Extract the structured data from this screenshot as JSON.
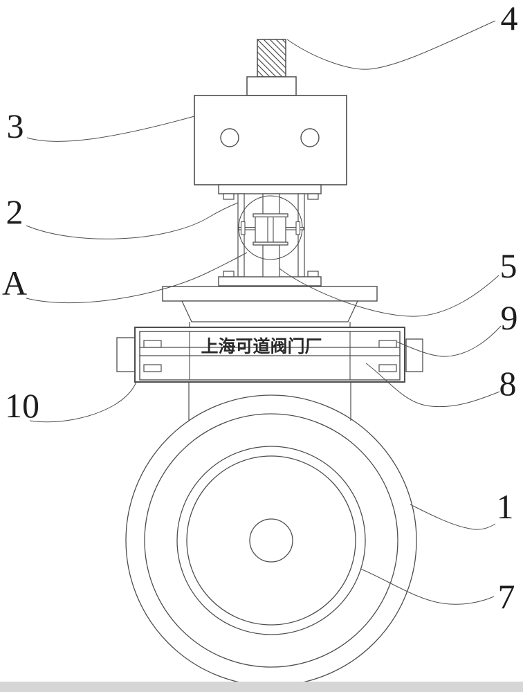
{
  "figure": {
    "watermark": "上海可道阀门厂",
    "background_color": "#ffffff",
    "line_color": "#4d4d4d",
    "label_color": "#1d1d1d",
    "footer_bar_color": "#d6d6d6"
  },
  "callouts": [
    {
      "label": "4"
    },
    {
      "label": "3"
    },
    {
      "label": "2"
    },
    {
      "label": "A"
    },
    {
      "label": "5"
    },
    {
      "label": "9"
    },
    {
      "label": "8"
    },
    {
      "label": "10"
    },
    {
      "label": "1"
    },
    {
      "label": "7"
    }
  ]
}
